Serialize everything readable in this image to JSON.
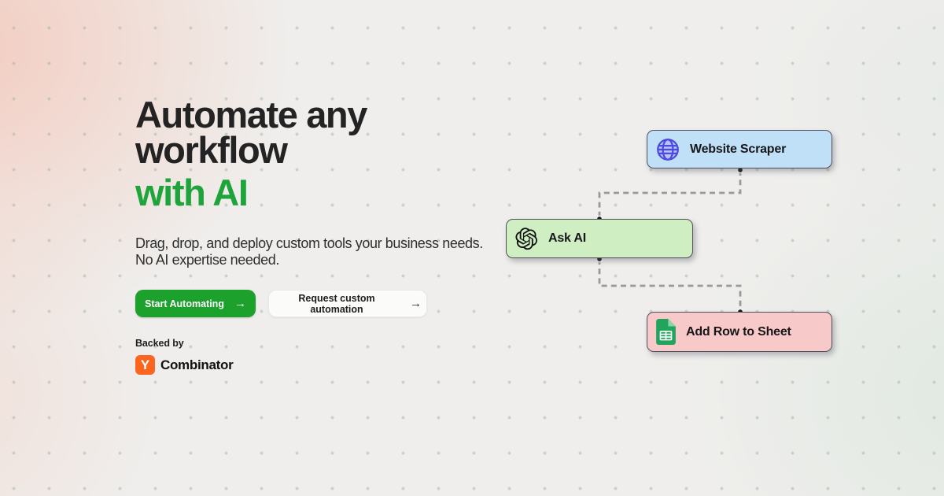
{
  "hero": {
    "title_line1": "Automate any",
    "title_line2": "workflow",
    "title_accent": "with AI",
    "subtitle_line1": "Drag, drop, and deploy custom tools your business needs.",
    "subtitle_line2": "No AI expertise needed.",
    "primary_cta": "Start Automating",
    "secondary_cta": "Request custom automation",
    "arrow": "→",
    "backed_by": "Backed by",
    "yc_letter": "Y",
    "yc_name": "Combinator"
  },
  "workflow": {
    "nodes": [
      {
        "id": "website-scraper",
        "label": "Website Scraper",
        "icon": "globe-icon",
        "bg": "#BFE0F6"
      },
      {
        "id": "ask-ai",
        "label": "Ask AI",
        "icon": "openai-icon",
        "bg": "#CFEEC2"
      },
      {
        "id": "add-row-to-sheet",
        "label": "Add Row to Sheet",
        "icon": "google-sheets-icon",
        "bg": "#F8C9C9"
      }
    ],
    "connector_style": "dashed"
  },
  "colors": {
    "accent_green": "#1FA43C",
    "button_green": "#1CA12D",
    "yc_orange": "#FB651E",
    "node_blue": "#BFE0F6",
    "node_green": "#CFEEC2",
    "node_pink": "#F8C9C9",
    "node_border": "#50505A",
    "connector_gray": "#97999C",
    "globe_indigo": "#4B4BE0",
    "sheets_green": "#23A45C",
    "background": "#EFEEEC"
  }
}
